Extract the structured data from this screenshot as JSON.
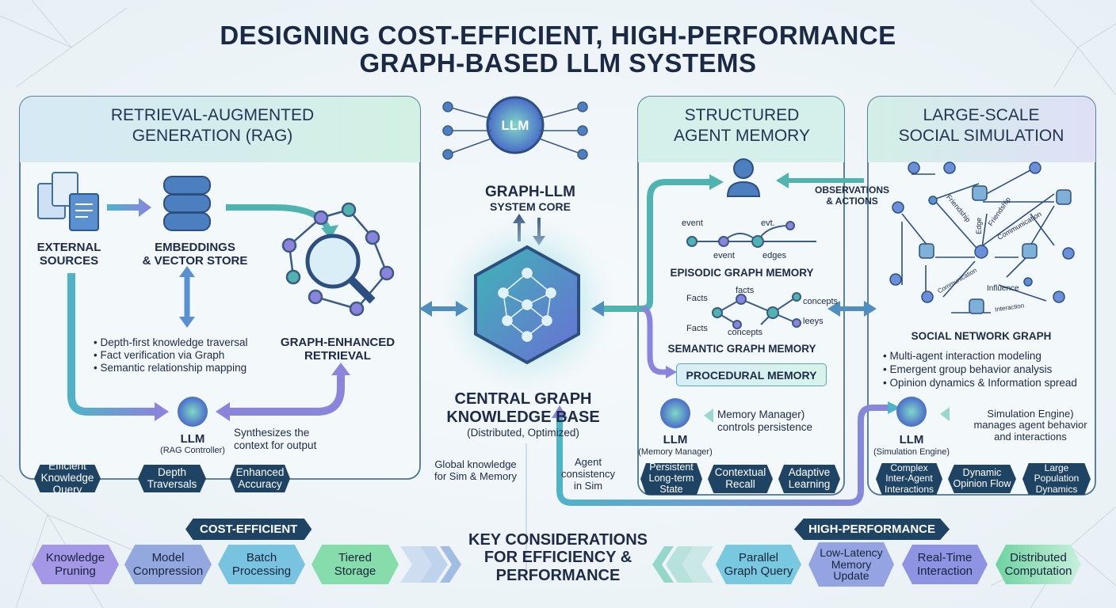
{
  "title": {
    "line1": "DESIGNING COST-EFFICIENT, HIGH-PERFORMANCE",
    "line2": "GRAPH-BASED LLM SYSTEMS"
  },
  "rag": {
    "header1": "RETRIEVAL-AUGMENTED",
    "header2": "GENERATION (RAG)",
    "sources1": "EXTERNAL",
    "sources2": "SOURCES",
    "embed1": "EMBEDDINGS",
    "embed2": "& VECTOR STORE",
    "bullets": [
      "• Depth-first knowledge traversal",
      "• Fact verification via Graph",
      "• Semantic relationship mapping"
    ],
    "retrieval1": "GRAPH-ENHANCED",
    "retrieval2": "RETRIEVAL",
    "llm": "LLM",
    "llm_role": "(RAG Controller)",
    "synth1": "Synthesizes the",
    "synth2": "context for output",
    "pills": [
      [
        "Efficient",
        "Knowledge Query"
      ],
      [
        "Depth",
        "Traversals"
      ],
      [
        "Enhanced",
        "Accuracy"
      ]
    ]
  },
  "core": {
    "brain_label": "LLM",
    "title1": "GRAPH-LLM",
    "title2": "SYSTEM CORE",
    "kb1": "CENTRAL GRAPH",
    "kb2": "KNOWLEDGE BASE",
    "kb3": "(Distributed, Optimized)",
    "global1": "Global knowledge",
    "global2": "for Sim &  Memory",
    "agent1": "Agent",
    "agent2": "consistency",
    "agent3": "in Sim"
  },
  "memory": {
    "header1": "STRUCTURED",
    "header2": "AGENT MEMORY",
    "episodic_labels": [
      "event",
      "evt.",
      "event",
      "edges"
    ],
    "episodic": "EPISODIC GRAPH MEMORY",
    "semantic_labels": [
      "Facts",
      "facts",
      "concepts",
      "leeys",
      "Facts",
      "concepts"
    ],
    "semantic": "SEMANTIC GRAPH MEMORY",
    "procedural": "PROCEDURAL MEMORY",
    "llm": "LLM",
    "llm_role": "(Memory Manager)",
    "desc1": "Memory Manager)",
    "desc2": "controls persistence",
    "pills": [
      [
        "Persistent",
        "Long-term",
        "State"
      ],
      [
        "Contextual",
        "Recall"
      ],
      [
        "Adaptive",
        "Learning"
      ]
    ],
    "obs1": "OBSERVATIONS",
    "obs2": "& ACTIONS"
  },
  "social": {
    "header1": "LARGE-SCALE",
    "header2": "SOCIAL SIMULATION",
    "edge_labels": [
      "Friendship",
      "Edge",
      "Friendship",
      "Communication",
      "Communication",
      "Influence",
      "Interaction"
    ],
    "graph_label": "SOCIAL NETWORK GRAPH",
    "bullets": [
      "• Multi-agent interaction modeling",
      "• Emergent group behavior analysis",
      "• Opinion dynamics & Information spread"
    ],
    "llm": "LLM",
    "llm_role": "(Simulation Engine)",
    "desc1": "Simulation Engine)",
    "desc2": "manages agent behavior",
    "desc3": "and interactions",
    "pills": [
      [
        "Complex",
        "Inter-Agent",
        "Interactions"
      ],
      [
        "Dynamic",
        "Opinion Flow"
      ],
      [
        "Large",
        "Population",
        "Dynamics"
      ]
    ]
  },
  "bottom": {
    "cost_tag": "COST-EFFICIENT",
    "cost": [
      [
        "Knowledge",
        "Pruning"
      ],
      [
        "Model",
        "Compression"
      ],
      [
        "Batch",
        "Processing"
      ],
      [
        "Tiered",
        "Storage"
      ]
    ],
    "key1": "KEY CONSIDERATIONS",
    "key2": "FOR EFFICIENCY &",
    "key3": "PERFORMANCE",
    "perf_tag": "HIGH-PERFORMANCE",
    "perf": [
      [
        "Parallel",
        "Graph Query"
      ],
      [
        "Low-Latency",
        "Memory",
        "Update"
      ],
      [
        "Real-Time",
        "Interaction"
      ],
      [
        "Distributed",
        "Computation"
      ]
    ]
  },
  "colors": {
    "navy": "#1f4463",
    "teal": "#4fb3b0",
    "purple": "#8a84dc",
    "green": "#7fd8a8"
  }
}
